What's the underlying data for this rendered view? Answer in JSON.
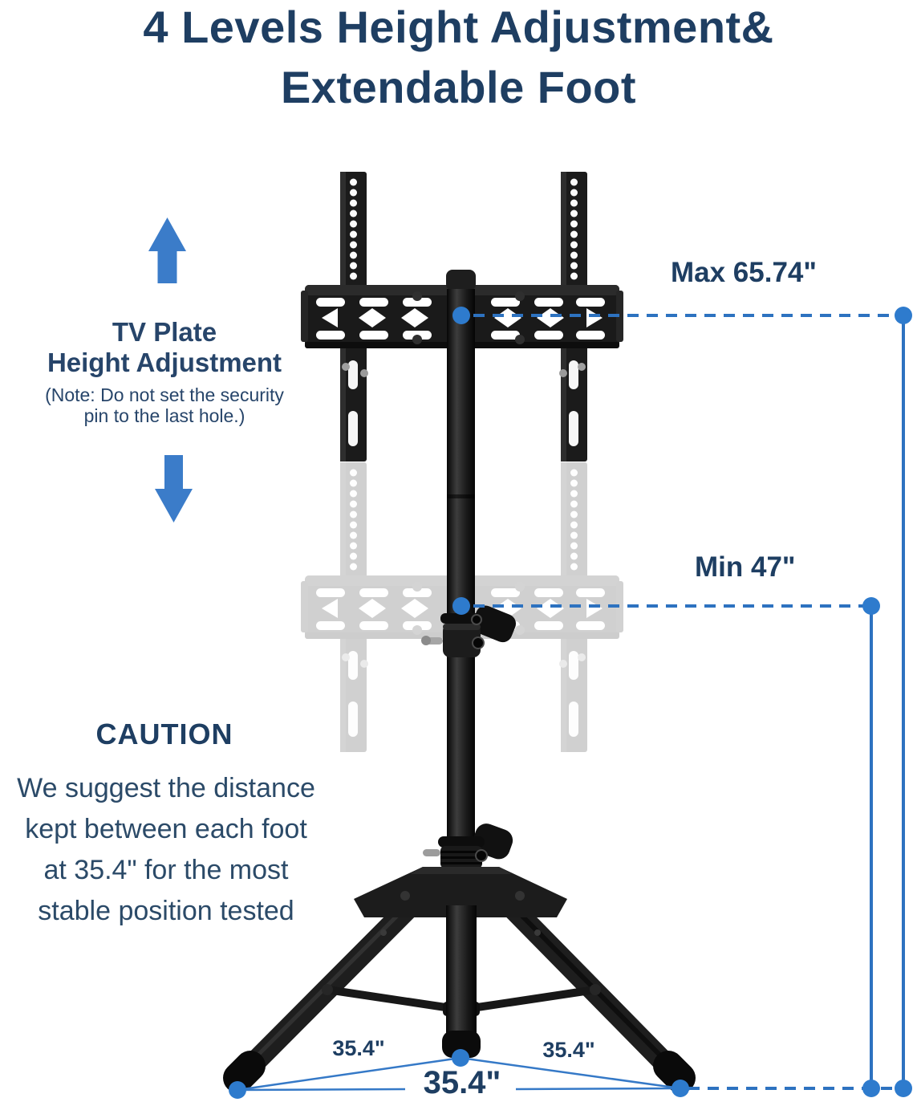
{
  "title": {
    "text": "4 Levels Height Adjustment&\nExtendable Foot"
  },
  "tv_plate_annotation": {
    "heading": "TV Plate\nHeight Adjustment",
    "note": "(Note: Do not set the security\npin to the last hole.)"
  },
  "caution": {
    "heading": "CAUTION",
    "body": "We suggest the distance\nkept between each foot\nat 35.4\" for the most\nstable position tested"
  },
  "measurements": {
    "max_height_label": "Max 65.74\"",
    "min_height_label": "Min 47\"",
    "foot_distance_left": "35.4\"",
    "foot_distance_right": "35.4\"",
    "foot_distance_front": "35.4\""
  },
  "colors": {
    "navy_text": "#1e3e62",
    "body_text": "#2b4a68",
    "arrow_blue": "#3b7cc9",
    "annotation_line_blue": "#2d72c0",
    "annotation_dot_blue": "#2e7bcd",
    "stand_black": "#1a1a1a"
  },
  "illustration": {
    "description": "Black tripod TV floor stand with height-adjustable mount plate shown at max position (solid) and min position (faded)"
  }
}
